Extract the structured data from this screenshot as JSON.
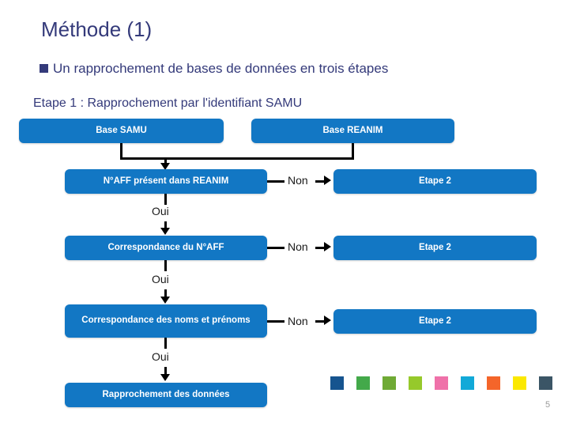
{
  "slide": {
    "title": "Méthode (1)",
    "page_number": "5",
    "title_color": "#343a7a",
    "node_color": "#1277c4",
    "connector_color": "#000000"
  },
  "bullet": {
    "marker": "square-bullet",
    "text": "Un rapprochement de bases de données en trois étapes"
  },
  "subtitle": "Etape 1 : Rapprochement par l'identifiant SAMU",
  "flowchart": {
    "sources": [
      {
        "label": "Base SAMU"
      },
      {
        "label": "Base REANIM"
      }
    ],
    "decisions": [
      {
        "label": "N°AFF présent dans REANIM",
        "no_label": "Non",
        "no_target": "Etape 2",
        "yes_label": "Oui"
      },
      {
        "label": "Correspondance du N°AFF",
        "no_label": "Non",
        "no_target": "Etape 2",
        "yes_label": "Oui"
      },
      {
        "label": "Correspondance des noms et prénoms",
        "no_label": "Non",
        "no_target": "Etape 2",
        "yes_label": "Oui"
      }
    ],
    "terminal": {
      "label": "Rapprochement des données"
    }
  },
  "swatches": [
    {
      "name": "swatch-dark-blue",
      "color": "#16548f"
    },
    {
      "name": "swatch-green",
      "color": "#43a94a"
    },
    {
      "name": "swatch-olive-green",
      "color": "#6faa35"
    },
    {
      "name": "swatch-lime-green",
      "color": "#96c92b"
    },
    {
      "name": "swatch-pink",
      "color": "#ef71a9"
    },
    {
      "name": "swatch-cyan",
      "color": "#12a9d8"
    },
    {
      "name": "swatch-orange",
      "color": "#f4652a"
    },
    {
      "name": "swatch-yellow",
      "color": "#fbe800"
    },
    {
      "name": "swatch-slate",
      "color": "#3b5566"
    }
  ]
}
